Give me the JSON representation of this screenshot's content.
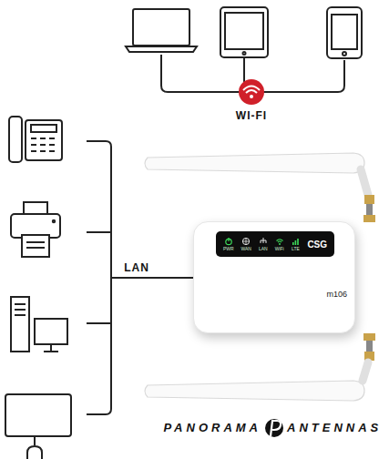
{
  "diagram": {
    "nodes": [
      {
        "text": [
          "PWR",
          "WAN",
          "LAN",
          "WiFi",
          "LTE",
          "CSG",
          "m106"
        ]
      }
    ],
    "labels": [
      "WI-FI",
      "LAN",
      "PANORAMA",
      "ANTENNAS"
    ]
  }
}
